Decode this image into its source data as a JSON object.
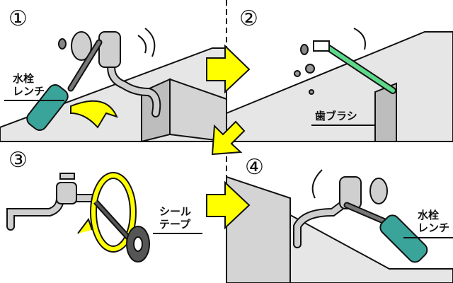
{
  "steps": [
    {
      "number": "①",
      "label_line1": "水栓",
      "label_line2": "レンチ"
    },
    {
      "number": "②",
      "label": "歯ブラシ"
    },
    {
      "number": "③",
      "label_line1": "シール",
      "label_line2": "テープ"
    },
    {
      "number": "④",
      "label_line1": "水栓",
      "label_line2": "レンチ"
    }
  ],
  "colors": {
    "arrow": "#ffff00",
    "wrench_grip": "#3aa39a",
    "toothbrush": "#5ed88a",
    "wall_light": "#e6e6e6",
    "wall_dark": "#bdbdbd",
    "metal": "#cfcfcf"
  }
}
